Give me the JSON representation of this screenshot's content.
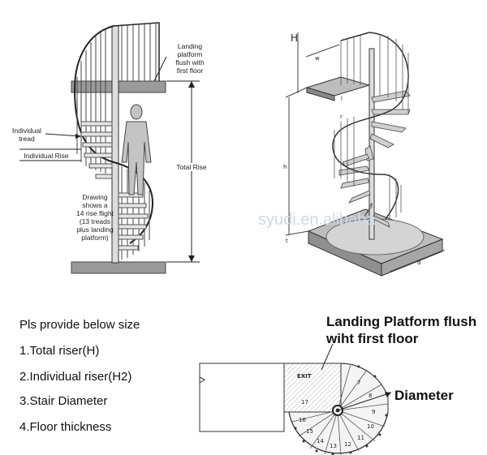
{
  "left_diagram": {
    "landing_note": "Landing\nplatform\nflush with\nfirst floor",
    "individual_tread": "Individual\ntread",
    "individual_rise": "Individual Rise",
    "total_rise": "Total Rise",
    "drawing_note": "Drawing\nshows a\n14 rise flight\n(13 treads\nplus landing\nplatform)"
  },
  "right_diagram": {
    "dim_H": "H",
    "dim_w": "w",
    "dim_l": "l",
    "dim_r": "r",
    "dim_h": "h",
    "dim_t": "t",
    "dim_d": "d",
    "watermark": "syudi.en.alibaba"
  },
  "requirements": {
    "intro": "Pls provide below size",
    "items": [
      "1.Total riser(H)",
      "2.Individual riser(H2)",
      "3.Stair Diameter",
      "4.Floor thickness"
    ]
  },
  "plan_diagram": {
    "landing_label": "Landing Platform  flush\nwiht first  floor",
    "diameter_label": "Diameter",
    "exit_label": "EXIT",
    "step_numbers": [
      "17",
      "16",
      "15",
      "14",
      "13",
      "12",
      "11",
      "10",
      "9",
      "8",
      "7"
    ]
  }
}
